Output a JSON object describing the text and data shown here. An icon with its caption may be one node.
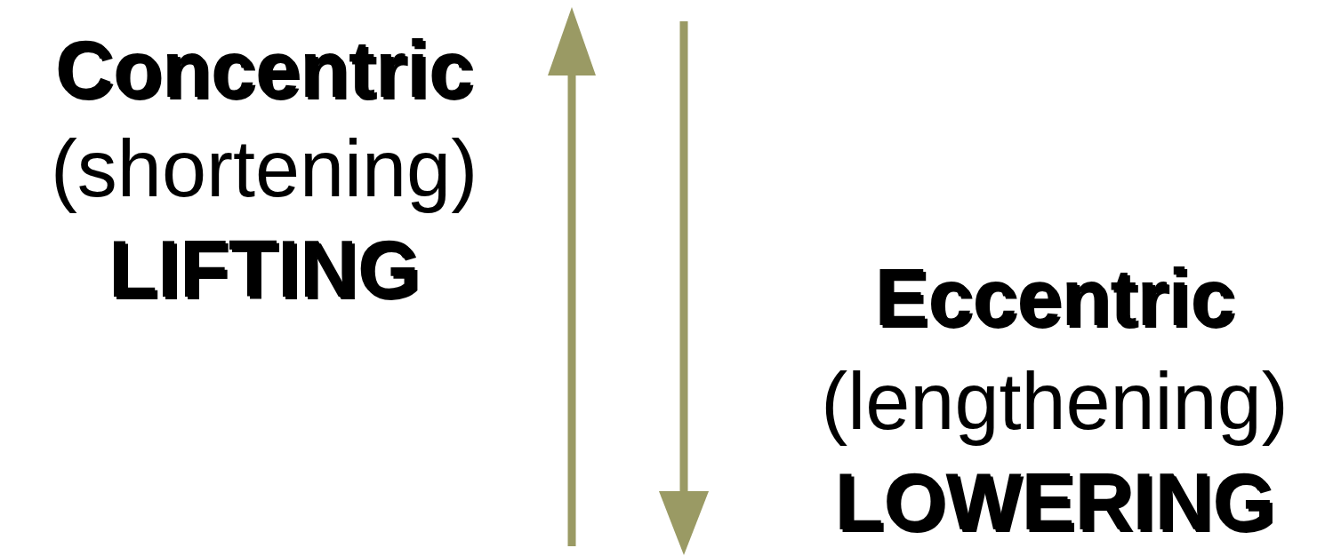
{
  "diagram": {
    "labels": [
      "Concentric",
      "(shortening)",
      "LIFTING",
      "Eccentric",
      "(lengthening)",
      "LOWERING"
    ]
  }
}
